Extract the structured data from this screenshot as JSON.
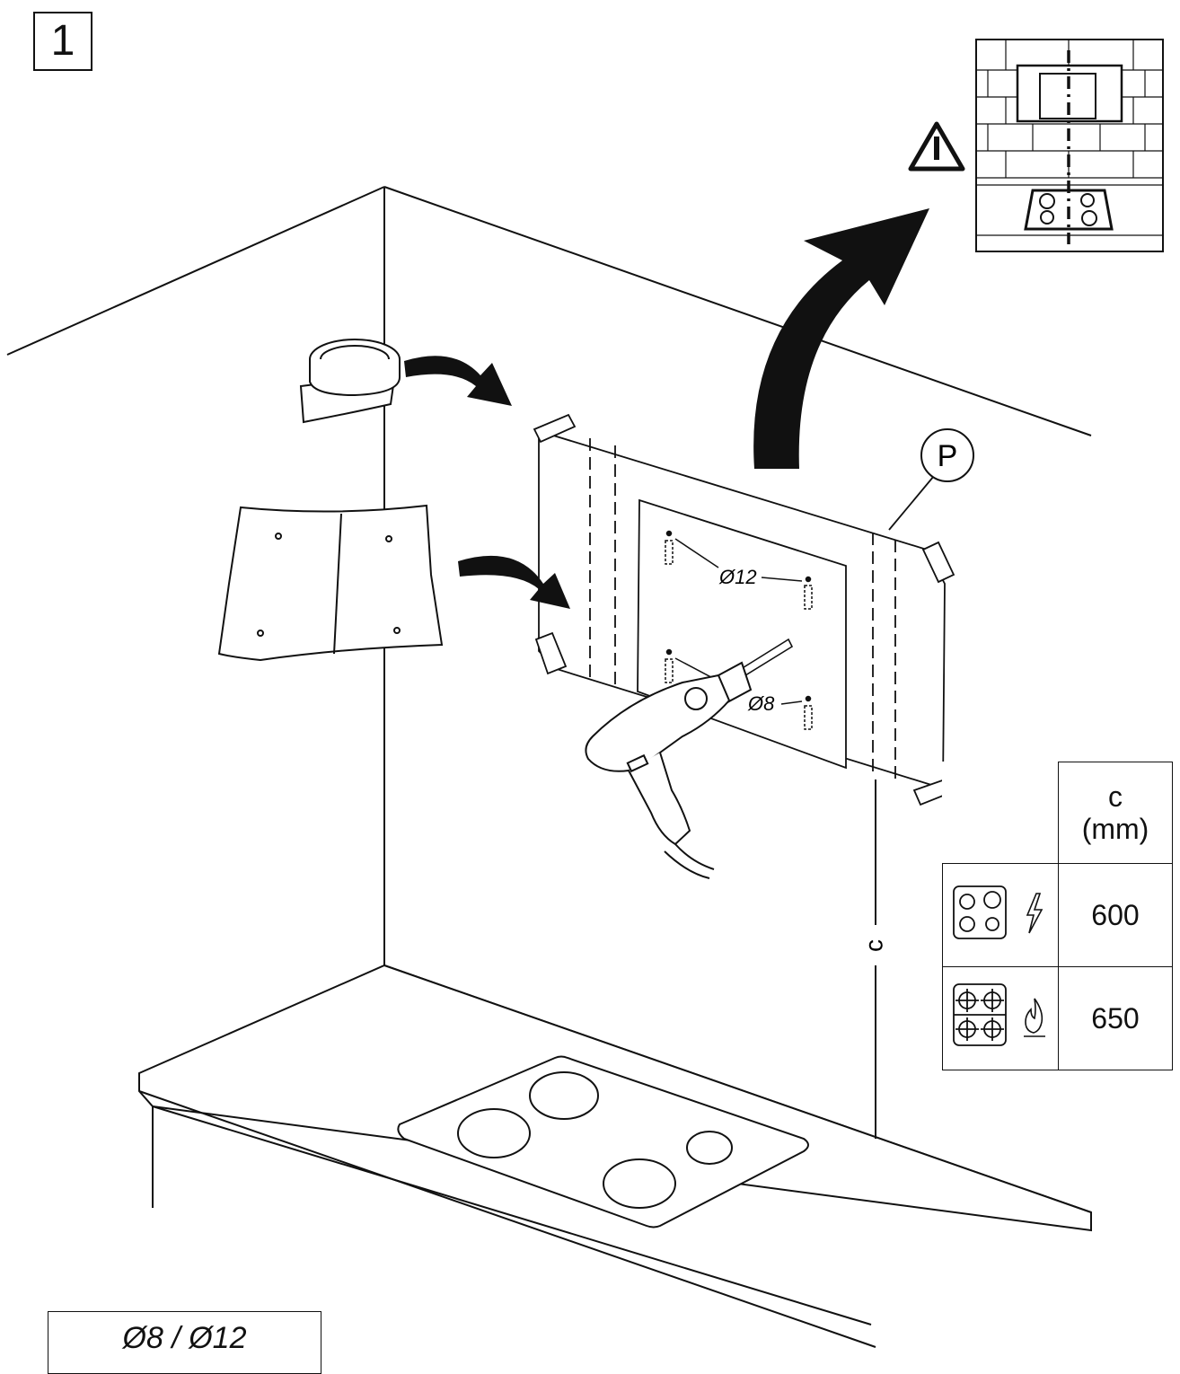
{
  "step": {
    "number": "1"
  },
  "labels": {
    "part_p": "P",
    "hole_large": "Ø12",
    "hole_small": "Ø8",
    "height_dim": "c"
  },
  "icons": {
    "warning": "warning-triangle-icon",
    "tape": "adhesive-tape-roll-icon",
    "template": "drilling-template-sheet-icon",
    "drill": "power-drill-icon",
    "electric_hob": "electric-hob-icon",
    "electric_symbol": "lightning-bolt-icon",
    "gas_hob": "gas-hob-icon",
    "gas_symbol": "flame-icon"
  },
  "distance_table": {
    "header_line1": "c",
    "header_line2": "(mm)",
    "rows": [
      {
        "hob": "electric",
        "value": "600"
      },
      {
        "hob": "gas",
        "value": "650"
      }
    ]
  },
  "drill_bits": {
    "label": "Ø8 / Ø12"
  }
}
